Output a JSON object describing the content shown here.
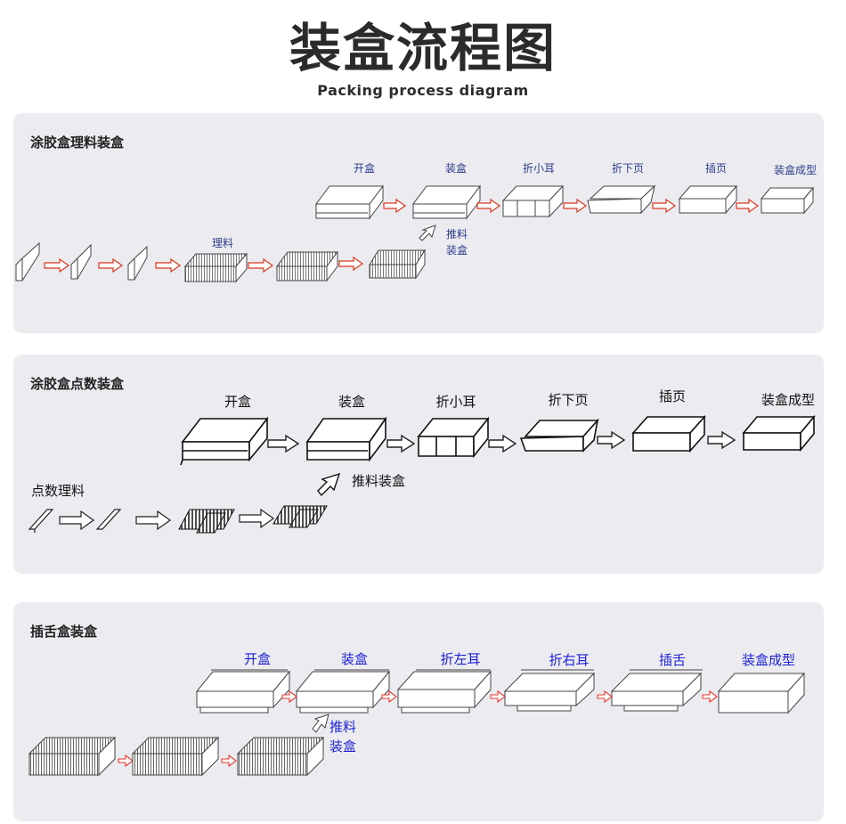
{
  "header": {
    "title": "装盒流程图",
    "subtitle": "Packing process diagram"
  },
  "panels": [
    {
      "title": "涂胶盒理料装盒",
      "steps": [
        "开盒",
        "装盒",
        "折小耳",
        "折下页",
        "插页",
        "装盒成型"
      ],
      "push_label": [
        "推料",
        "装盒"
      ],
      "sort_label": "理料",
      "accent": "#d9381e"
    },
    {
      "title": "涂胶盒点数装盒",
      "steps": [
        "开盒",
        "装盒",
        "折小耳",
        "折下页",
        "插页",
        "装盒成型"
      ],
      "push_label": "推料装盒",
      "sort_label": "点数理料",
      "accent": "#222222"
    },
    {
      "title": "插舌盒装盒",
      "steps": [
        "开盒",
        "装盒",
        "折左耳",
        "折右耳",
        "插舌",
        "装盒成型"
      ],
      "push_label": [
        "推料",
        "装盒"
      ],
      "accent": "#e53935",
      "label_color": "#1d22d8"
    }
  ]
}
